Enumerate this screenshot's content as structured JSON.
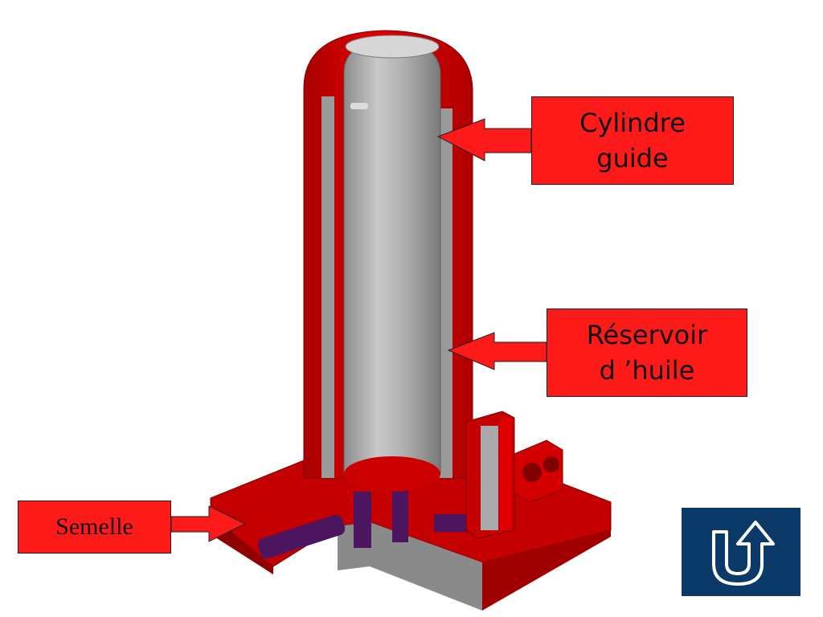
{
  "colors": {
    "accent": "#ff1a1a",
    "body_red": "#cc0000",
    "steel": "#a9a9a9",
    "purple": "#4b1560",
    "nav_blue": "#0b3a68"
  },
  "labels": {
    "cylindre_line1": "Cylindre",
    "cylindre_line2": "guide",
    "reservoir_line1": "Réservoir",
    "reservoir_line2": "d ’huile",
    "semelle": "Semelle"
  },
  "nav": {
    "back_icon": "u-turn-up-arrow-icon"
  }
}
